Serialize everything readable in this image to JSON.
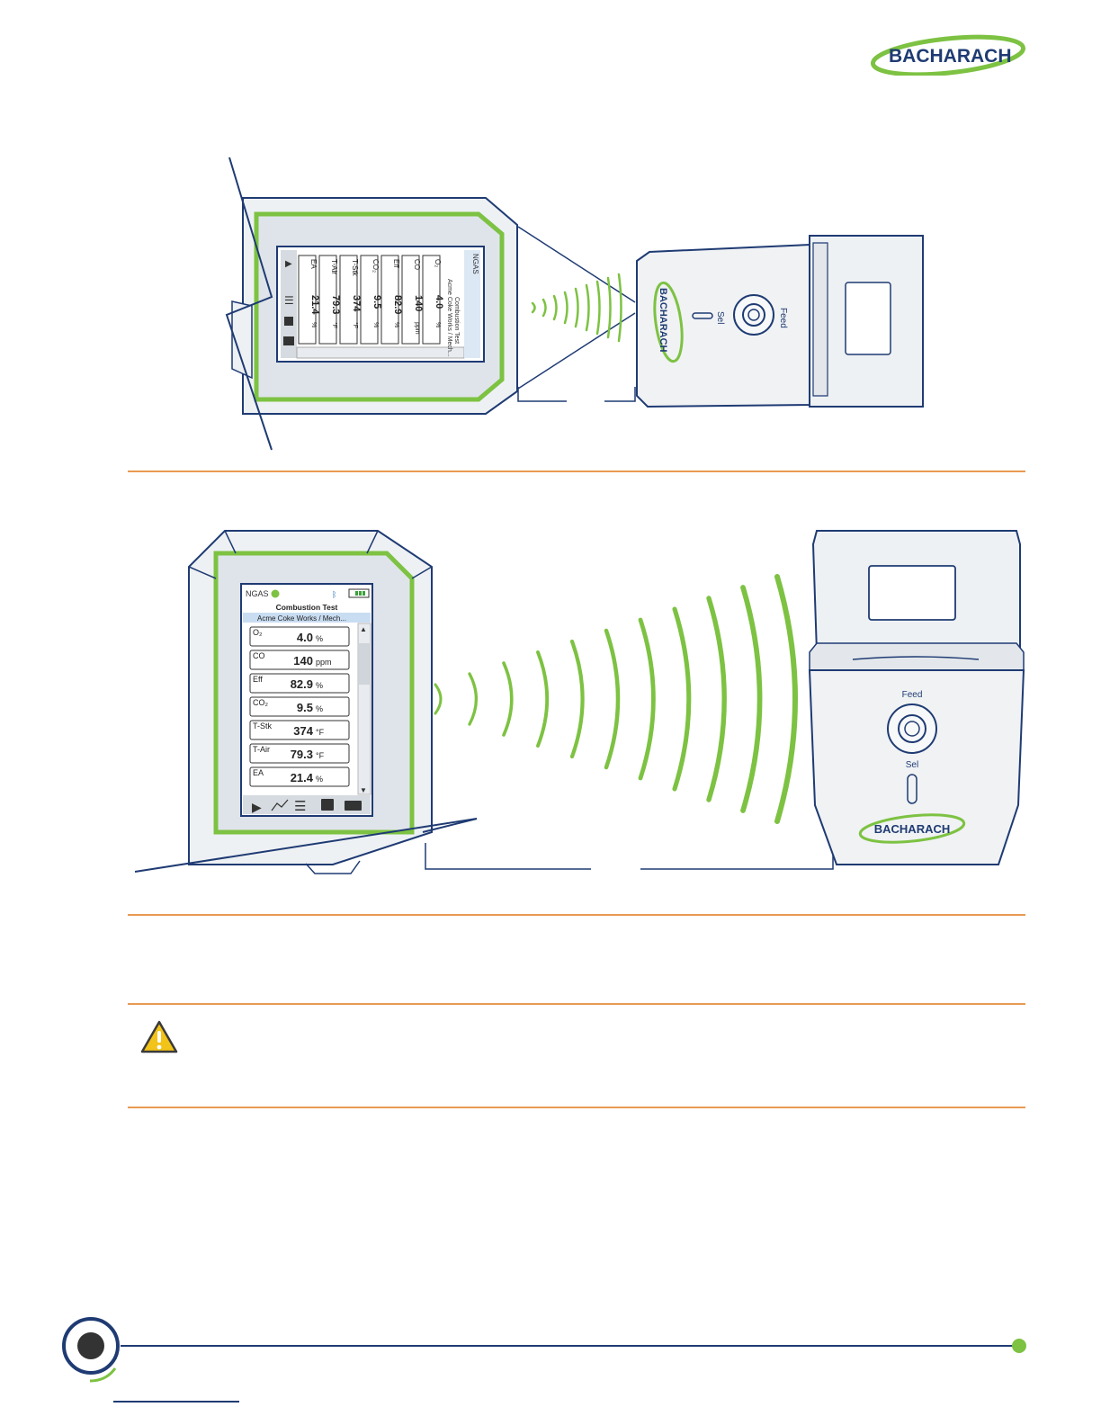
{
  "brand": {
    "logo_text": "BACHARACH",
    "colors": {
      "brand_green": "#7dc242",
      "navy": "#1f3b73",
      "rule_orange": "#e89a52",
      "warning_yellow": "#f2c318"
    }
  },
  "device": {
    "status_left": "NGAS",
    "title": "Combustion Test",
    "subtitle": "Acme Coke Works / Mech...",
    "readings": [
      {
        "label": "O₂",
        "value": "4.0",
        "unit": "%"
      },
      {
        "label": "CO",
        "value": "140",
        "unit": "ppm"
      },
      {
        "label": "Eff",
        "value": "82.9",
        "unit": "%"
      },
      {
        "label": "CO₂",
        "value": "9.5",
        "unit": "%"
      },
      {
        "label": "T-Stk",
        "value": "374",
        "unit": "°F"
      },
      {
        "label": "T-Air",
        "value": "79.3",
        "unit": "°F"
      },
      {
        "label": "EA",
        "value": "21.4",
        "unit": "%"
      }
    ],
    "toolbar_icons": [
      "play-icon",
      "graph-icon",
      "menu-icon",
      "save-icon",
      "print-icon"
    ]
  },
  "printer": {
    "feed_label": "Feed",
    "sel_label": "Sel",
    "logo_text": "BACHARACH"
  },
  "warning": {
    "icon": "warning-icon"
  }
}
